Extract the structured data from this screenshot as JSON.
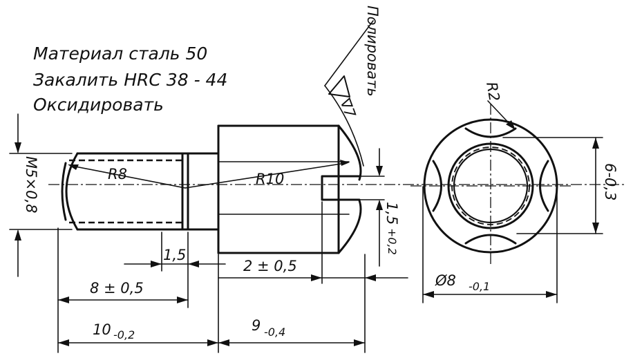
{
  "notes": {
    "material": "Материал сталь 50",
    "harden": "Закалить HRC 38 - 44",
    "oxidize": "Оксидировать"
  },
  "labels": {
    "polish": "Полировать",
    "roughness": "∇7",
    "r8": "R8",
    "r10": "R10",
    "r2": "R2",
    "thread": "M5×0,8",
    "slot_depth": "1,5",
    "slot_depth_tol": "+0,2",
    "slot_width": "6-0,3"
  },
  "dimensions": {
    "d_1_5": "1,5",
    "d_2": "2 ± 0,5",
    "d_8": "8 ± 0,5",
    "d_10": "10",
    "d_10_tol": "-0,2",
    "d_9": "9",
    "d_9_tol": "-0,4",
    "d_dia8": "Ø8",
    "d_dia8_tol": "-0,1"
  }
}
